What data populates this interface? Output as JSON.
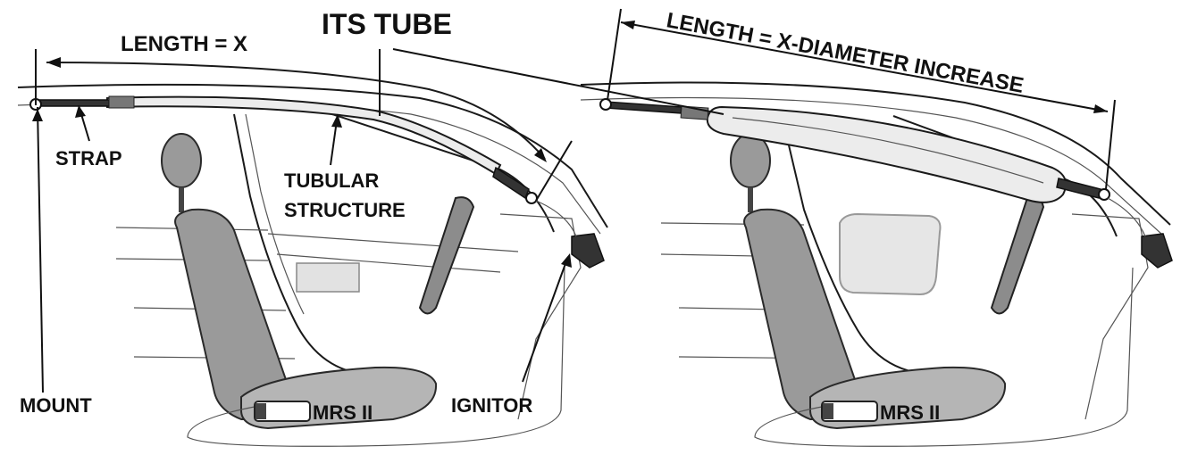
{
  "labels": {
    "length_x": "LENGTH = X",
    "its_tube": "ITS TUBE",
    "length_increase": "LENGTH = X-DIAMETER INCREASE",
    "strap": "STRAP",
    "tubular_line1": "TUBULAR",
    "tubular_line2": "STRUCTURE",
    "mount": "MOUNT",
    "ignitor": "IGNITOR",
    "mrs_left": "MRS II",
    "mrs_right": "MRS II"
  }
}
